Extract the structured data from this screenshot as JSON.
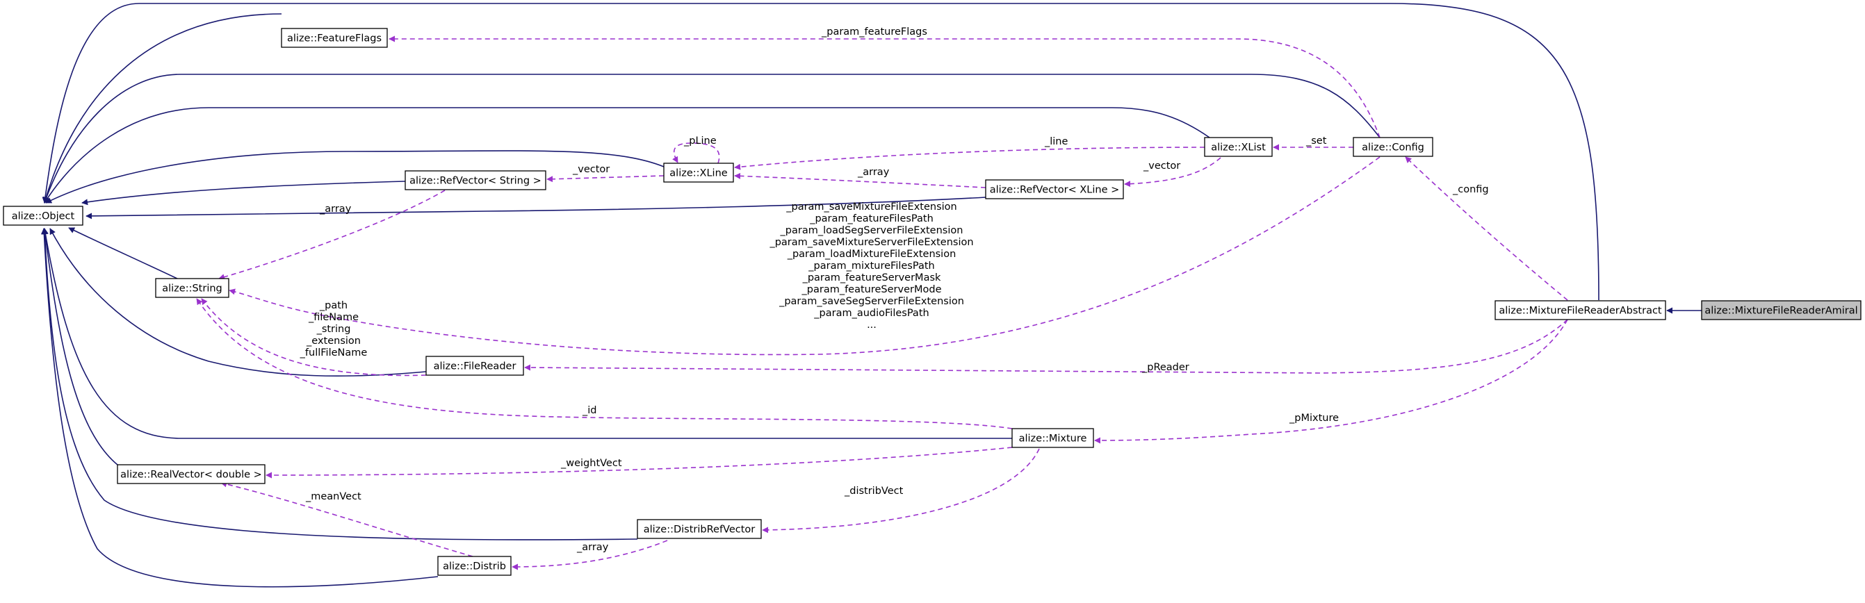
{
  "nodes": {
    "object": "alize::Object",
    "feature_flags": "alize::FeatureFlags",
    "config": "alize::Config",
    "xlist": "alize::XList",
    "xline": "alize::XLine",
    "refvector_string": "alize::RefVector< String >",
    "refvector_xline": "alize::RefVector< XLine >",
    "string": "alize::String",
    "file_reader": "alize::FileReader",
    "mixture": "alize::Mixture",
    "realvector_double": "alize::RealVector< double >",
    "distrib_refvector": "alize::DistribRefVector",
    "distrib": "alize::Distrib",
    "mixture_file_reader_abstract": "alize::MixtureFileReaderAbstract",
    "mixture_file_reader_amiral": "alize::MixtureFileReaderAmiral"
  },
  "edge_labels": {
    "param_feature_flags": "_param_featureFlags",
    "set": "_set",
    "line": "_line",
    "vector": "_vector",
    "array_xline": "_array",
    "pline": "_pLine",
    "vector_string": "_vector",
    "array_string": "_array",
    "config": "_config",
    "preader": "_pReader",
    "id": "_id",
    "pmixture": "_pMixture",
    "weight_vect": "_weightVect",
    "distrib_vect": "_distribVect",
    "mean_vect": "_meanVect",
    "array_distrib": "_array",
    "config_string_params": [
      "_param_saveMixtureFileExtension",
      "_param_featureFilesPath",
      "_param_loadSegServerFileExtension",
      "_param_saveMixtureServerFileExtension",
      "_param_loadMixtureFileExtension",
      "_param_mixtureFilesPath",
      "_param_featureServerMask",
      "_param_featureServerMode",
      "_param_saveSegServerFileExtension",
      "_param_audioFilesPath",
      "..."
    ],
    "filereader_string_params": [
      "_path",
      "_fileName",
      "_string",
      "_extension",
      "_fullFileName"
    ]
  },
  "colors": {
    "inheritance": "#191970",
    "usage": "#9a32cd",
    "current_node_fill": "#bfbfbf"
  }
}
